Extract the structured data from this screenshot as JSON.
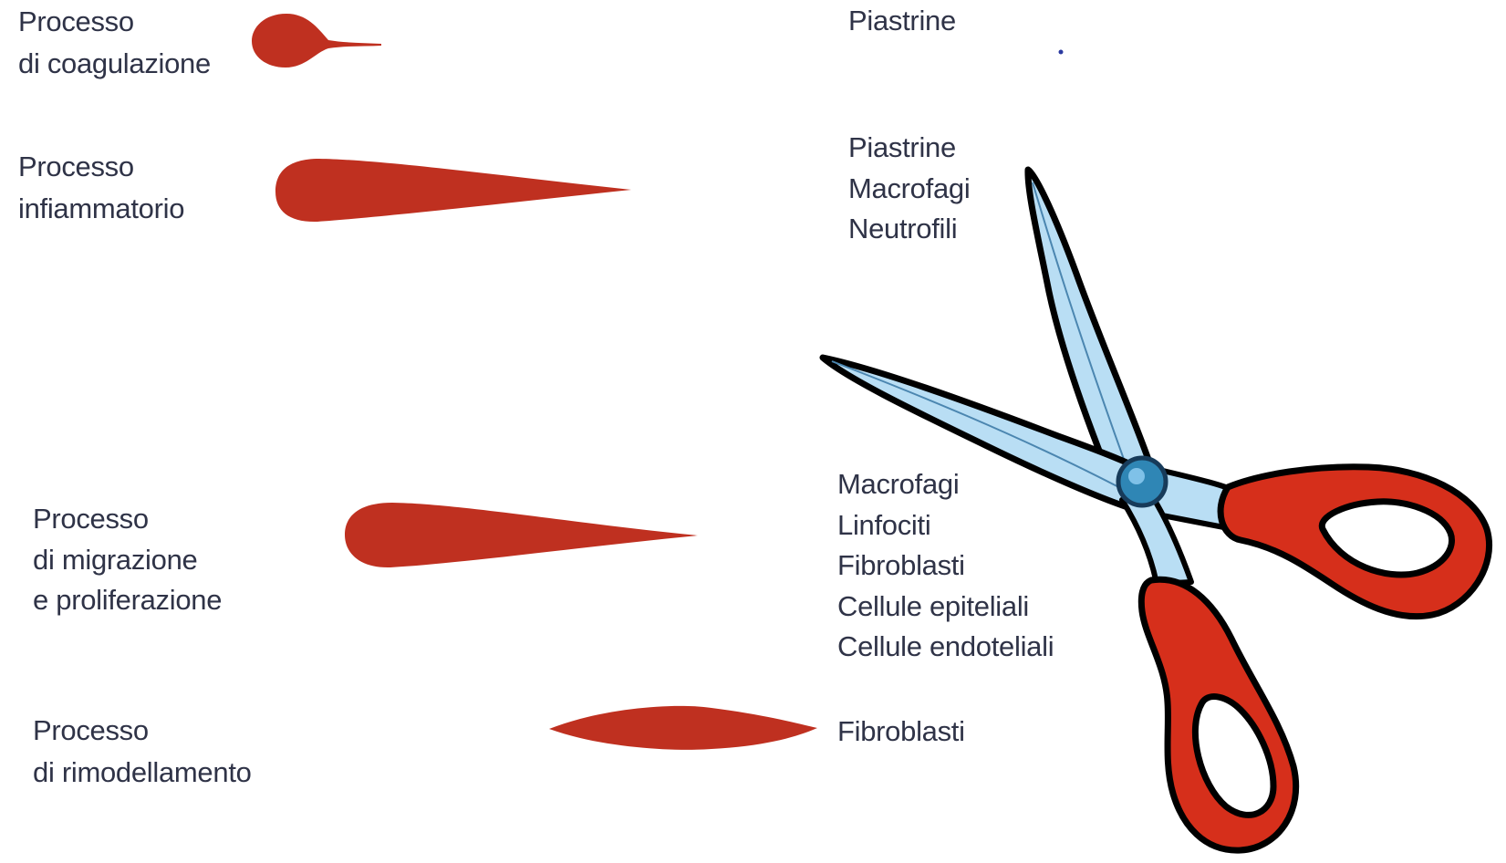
{
  "colors": {
    "phase_shape": "#bf3020",
    "text": "#2f3347",
    "scissor_blade": "#b9def4",
    "scissor_handle": "#d62f1b",
    "scissor_pivot": "#2f86b5"
  },
  "phases": [
    {
      "label_lines": [
        "Processo",
        "di coagulazione"
      ],
      "cells": [
        "Piastrine"
      ]
    },
    {
      "label_lines": [
        "Processo",
        "infiammatorio"
      ],
      "cells": [
        "Piastrine",
        "Macrofagi",
        "Neutrofili"
      ]
    },
    {
      "label_lines": [
        "Processo",
        "di migrazione",
        "e proliferazione"
      ],
      "cells": [
        "Macrofagi",
        "Linfociti",
        "Fibroblasti",
        "Cellule epiteliali",
        "Cellule endoteliali"
      ]
    },
    {
      "label_lines": [
        "Processo",
        "di rimodellamento"
      ],
      "cells": [
        "Fibroblasti"
      ]
    }
  ],
  "icons": {
    "scissors": "scissors-icon"
  }
}
